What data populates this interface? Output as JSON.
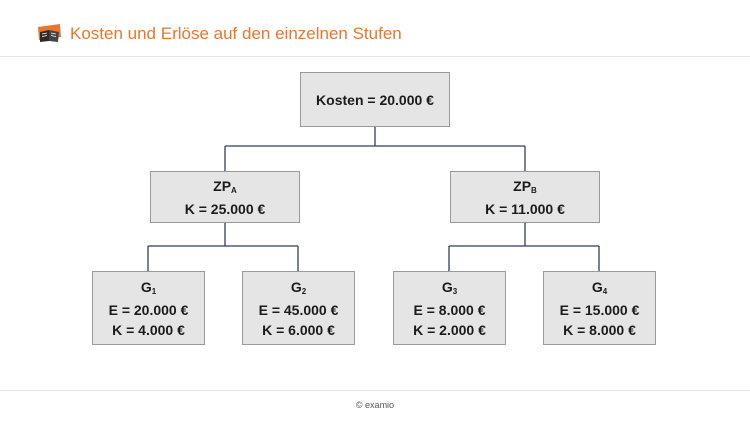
{
  "header": {
    "title": "Kosten und Erlöse auf den einzelnen Stufen",
    "accent_color": "#e8772e",
    "logo_icon": "open-book-icon"
  },
  "tree": {
    "root": {
      "label": "Kosten = 20.000 €"
    },
    "zp_a": {
      "name": "ZP",
      "sub": "A",
      "value": "K = 25.000 €"
    },
    "zp_b": {
      "name": "ZP",
      "sub": "B",
      "value": "K = 11.000 €"
    },
    "g1": {
      "name": "G",
      "sub": "1",
      "e": "E = 20.000 €",
      "k": "K = 4.000 €"
    },
    "g2": {
      "name": "G",
      "sub": "2",
      "e": "E = 45.000 €",
      "k": "K = 6.000 €"
    },
    "g3": {
      "name": "G",
      "sub": "3",
      "e": "E = 8.000 €",
      "k": "K = 2.000 €"
    },
    "g4": {
      "name": "G",
      "sub": "4",
      "e": "E = 15.000 €",
      "k": "K = 8.000 €"
    },
    "node_fill": "#e5e5e5",
    "connector_color": "#2f3f5a"
  },
  "footer": {
    "copyright": "© examio"
  }
}
